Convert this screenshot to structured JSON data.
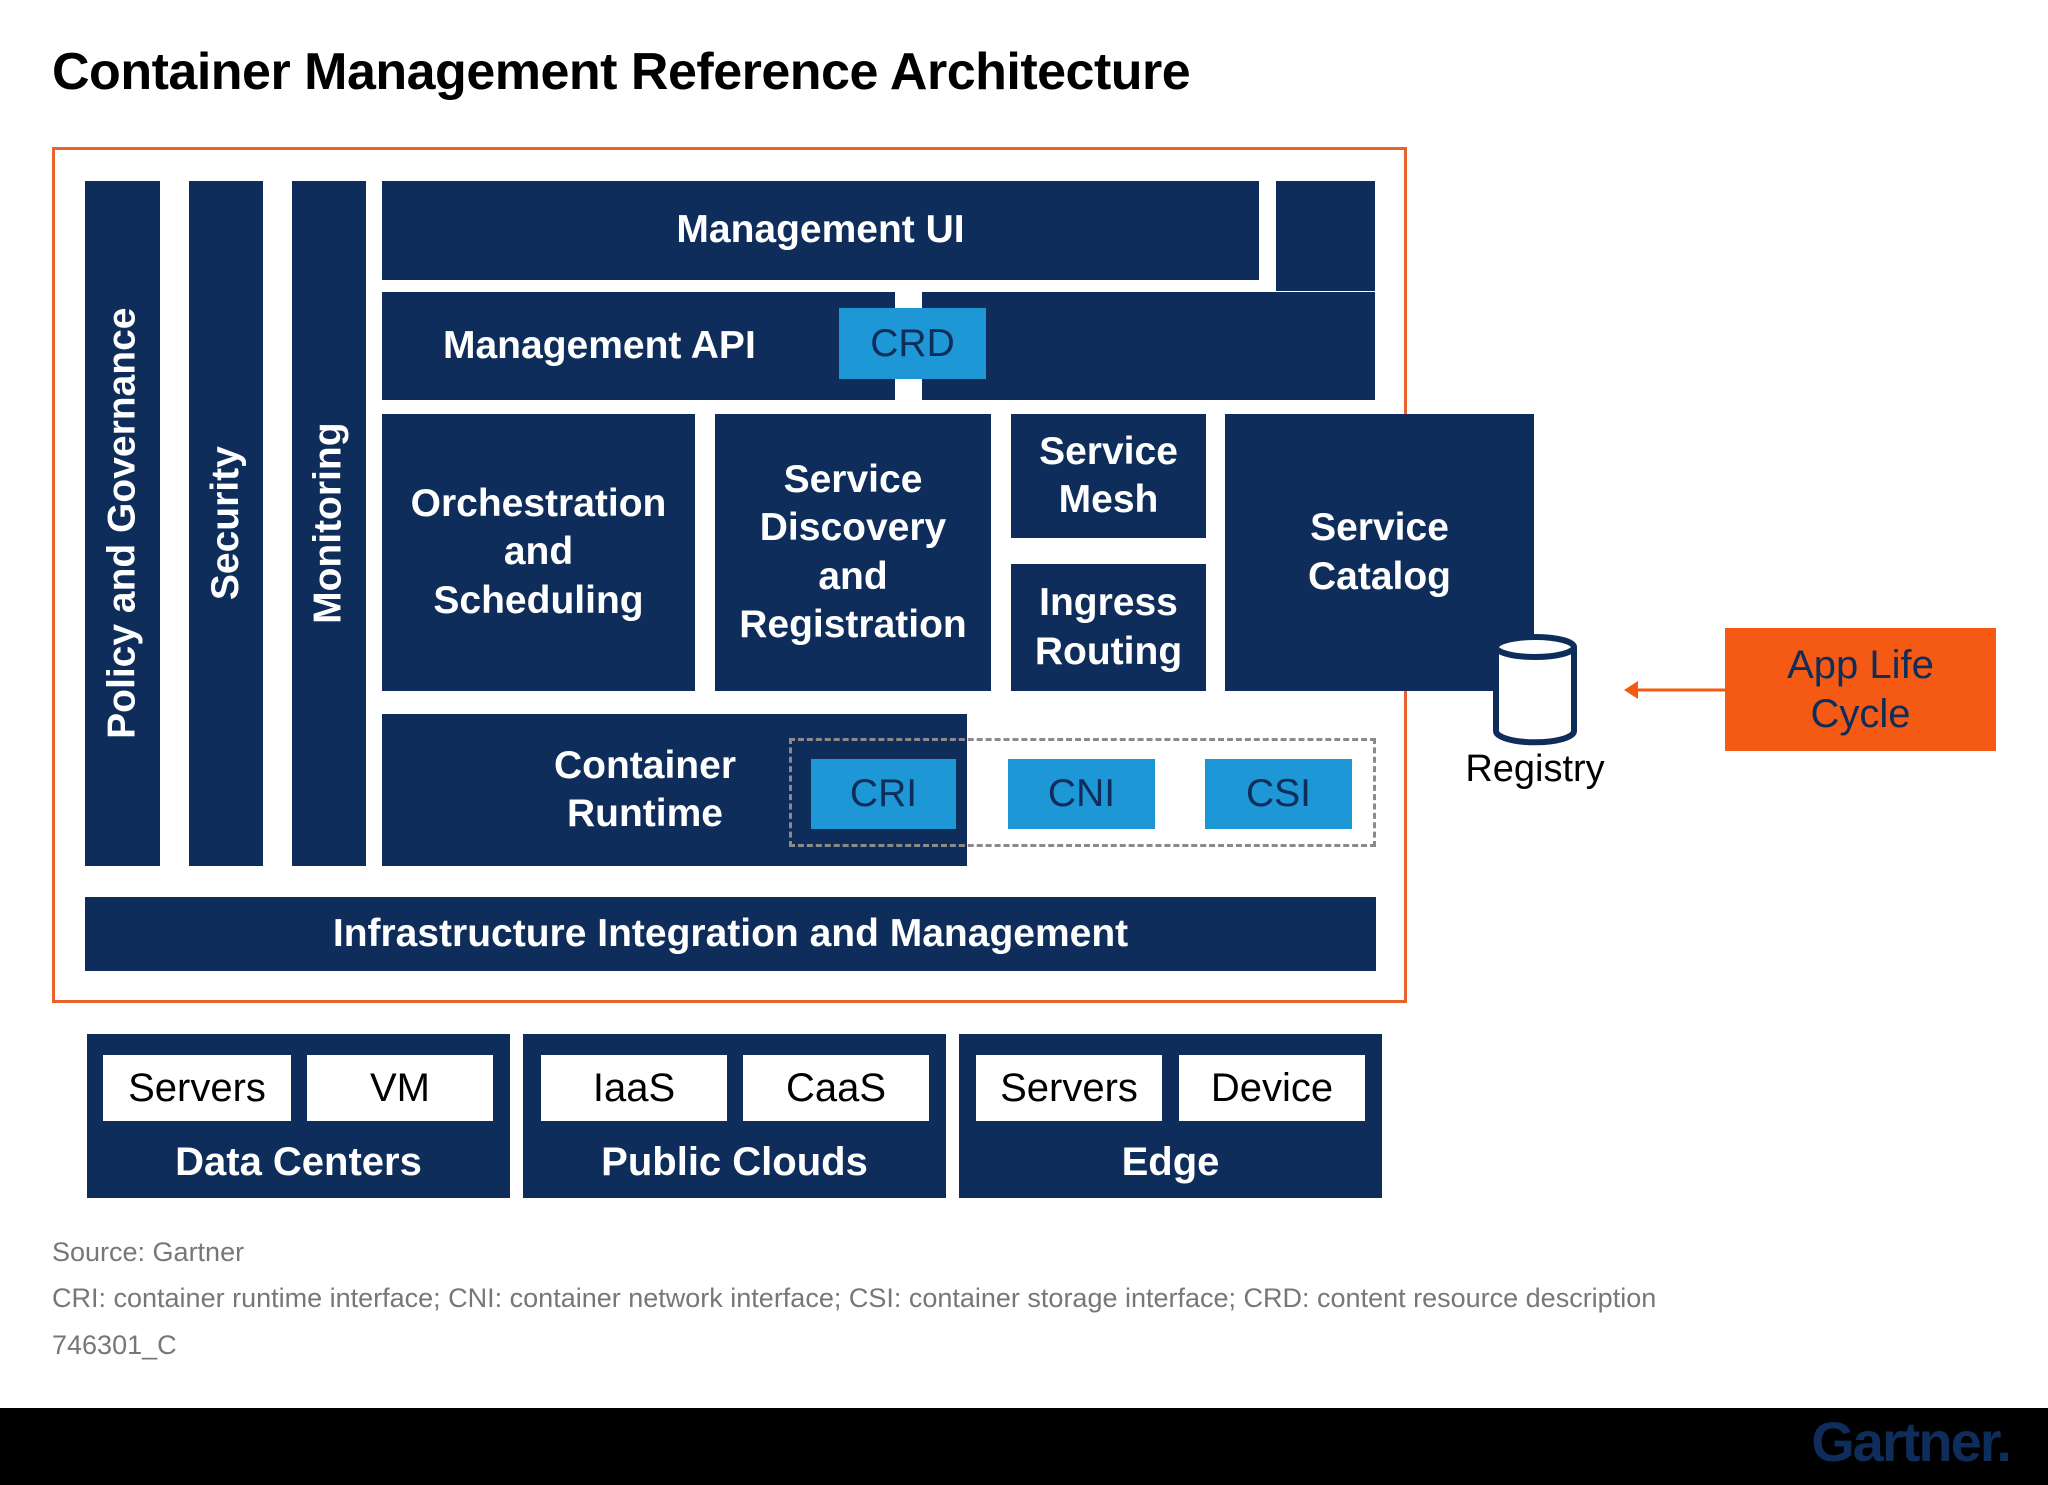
{
  "title": "Container Management Reference Architecture",
  "colors": {
    "navy": "#0e2d5a",
    "chip_blue": "#1d97d6",
    "orange": "#f45a13",
    "frame_orange": "#e8622c"
  },
  "pillars": {
    "policy": "Policy and Governance",
    "security": "Security",
    "monitoring": "Monitoring"
  },
  "layers": {
    "management_ui": "Management UI",
    "management_api": "Management API",
    "crd": "CRD",
    "orchestration": "Orchestration and Scheduling",
    "service_discovery": "Service Discovery and Registration",
    "service_mesh": "Service Mesh",
    "ingress_routing": "Ingress Routing",
    "service_catalog": "Service Catalog",
    "container_runtime": "Container Runtime",
    "cri": "CRI",
    "cni": "CNI",
    "csi": "CSI",
    "infrastructure": "Infrastructure Integration and Management"
  },
  "registry": {
    "label": "Registry",
    "icon": "database-cylinder-icon"
  },
  "app_life_cycle": "App Life Cycle",
  "infra_groups": [
    {
      "label": "Data Centers",
      "items": [
        "Servers",
        "VM"
      ]
    },
    {
      "label": "Public Clouds",
      "items": [
        "IaaS",
        "CaaS"
      ]
    },
    {
      "label": "Edge",
      "items": [
        "Servers",
        "Device"
      ]
    }
  ],
  "footnotes": {
    "source": "Source: Gartner",
    "legend": "CRI: container runtime interface; CNI: container network interface; CSI: container storage interface; CRD: content resource description",
    "id": "746301_C"
  },
  "brand": "Gartner."
}
